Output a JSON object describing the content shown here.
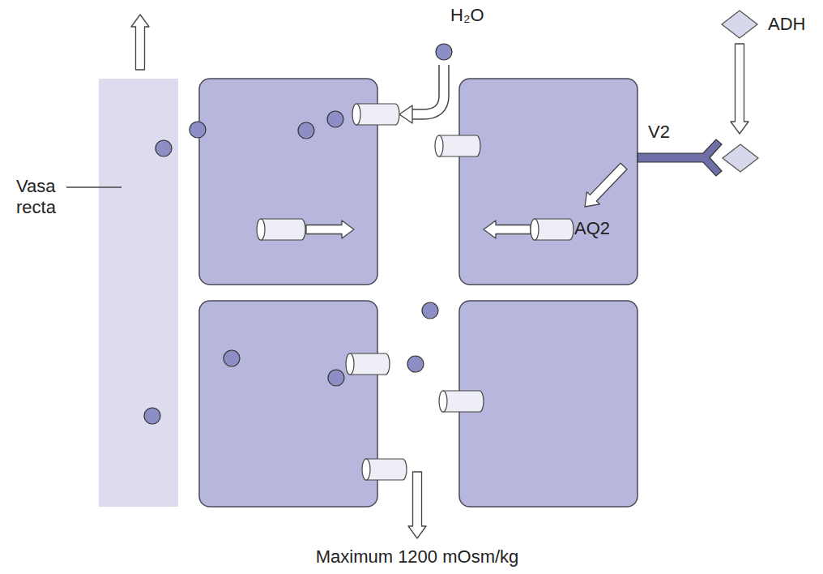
{
  "diagram": {
    "nodes": [
      {
        "text": [
          "Vasa recta"
        ]
      },
      {
        "text": [
          "ADH"
        ]
      }
    ],
    "labels": [
      "H₂O",
      "V2",
      "AQ2",
      "Maximum 1200 mOsm/kg"
    ]
  }
}
